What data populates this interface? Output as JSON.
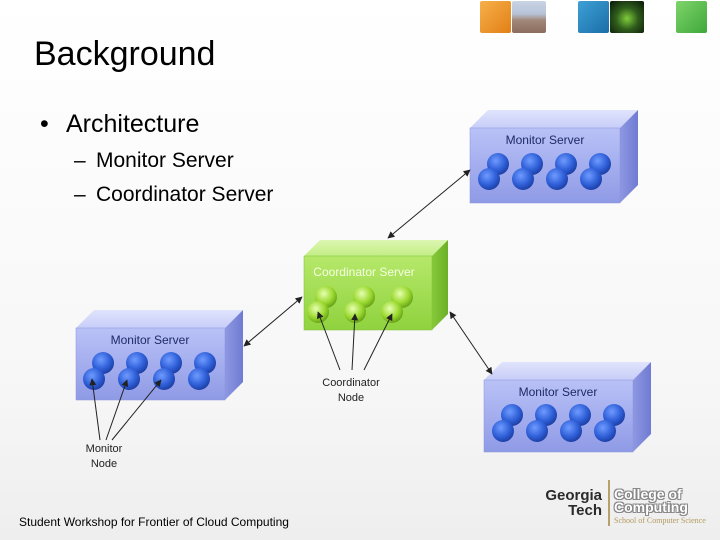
{
  "slide": {
    "title": "Background",
    "bullet": "Architecture",
    "subitems": [
      "Monitor Server",
      "Coordinator Server"
    ],
    "footer": "Student Workshop for Frontier of Cloud Computing"
  },
  "diagram": {
    "monitor_server_label": "Monitor Server",
    "coordinator_server_label": "Coordinator Server",
    "coordinator_node_label": [
      "Coordinator",
      "Node"
    ],
    "monitor_node_label": [
      "Monitor",
      "Node"
    ],
    "colors": {
      "monitor_box": "#aab4f2",
      "monitor_node": "#2f5fd8",
      "coordinator_box": "#a8e05a",
      "coordinator_node": "#9ad82e"
    }
  },
  "logo": {
    "line1": "Georgia",
    "line2": "Tech",
    "college_line1": "College of",
    "college_line2": "Computing",
    "school": "School of Computer Science"
  }
}
